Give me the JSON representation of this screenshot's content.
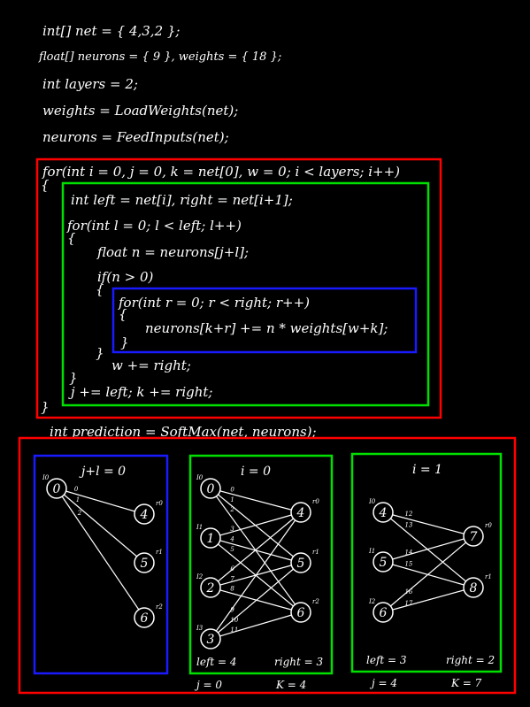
{
  "code": {
    "lines": [
      "int[] net = { 4,3,2 };",
      "float[] neurons = { 9 }, weights = { 18 };",
      "int layers = 2;",
      "weights = LoadWeights(net);",
      "neurons = FeedInputs(net);"
    ],
    "loop_outer": "for(int i = 0, j = 0, k = net[0], w = 0; i < layers; i++)",
    "brace_open_1": "{",
    "loop_inner_decl": "int left = net[i], right = net[i+1];",
    "loop_inner": "for(int l = 0; l < left; l++)",
    "brace_open_2": "{",
    "float_line": "float n = neurons[j+l];",
    "if_line": "if(n > 0)",
    "brace_open_3": "{",
    "loop_r": "for(int r = 0; r < right; r++)",
    "brace_open_4": "{",
    "accumulate": "neurons[k+r]  +=  n * weights[w+k];",
    "brace_close_4": "}",
    "brace_close_3": "}",
    "w_inc": "w += right;",
    "brace_close_2": "}",
    "jk_inc": "j += left;   k += right;",
    "brace_close_1": "}",
    "prediction": "int prediction = SoftMax(net, neurons);"
  },
  "colors": {
    "outer_loop_box": "#ff0000",
    "inner_loop_box": "#00e000",
    "r_loop_box": "#1a1aff",
    "bottom_frame": "#ff0000",
    "chalk": "#ffffff"
  },
  "diagrams": {
    "d1": {
      "title": "j+l = 0",
      "nodes": [
        "0",
        "4",
        "5",
        "6"
      ],
      "node_labels": [
        "I0",
        "r0",
        "r1",
        "r2"
      ],
      "edge_labels": [
        "0",
        "1",
        "2"
      ]
    },
    "d2": {
      "title": "i = 0",
      "left_nodes": [
        "0",
        "1",
        "2",
        "3"
      ],
      "right_nodes": [
        "4",
        "5",
        "6"
      ],
      "left_labels": [
        "I0",
        "I1",
        "I2",
        "I3"
      ],
      "right_labels": [
        "r0",
        "r1",
        "r2"
      ],
      "edge_labels": [
        "0",
        "1",
        "2",
        "3",
        "4",
        "5",
        "6",
        "7",
        "8",
        "9",
        "10",
        "11"
      ],
      "left_count": "left = 4",
      "right_count": "right = 3",
      "j_label": "j = 0",
      "k_label": "K = 4"
    },
    "d3": {
      "title": "i = 1",
      "left_nodes": [
        "4",
        "5",
        "6"
      ],
      "right_nodes": [
        "7",
        "8"
      ],
      "left_labels": [
        "I0",
        "I1",
        "I2"
      ],
      "right_labels": [
        "r0",
        "r1"
      ],
      "edge_labels": [
        "12",
        "13",
        "14",
        "15",
        "16",
        "17"
      ],
      "left_count": "left = 3",
      "right_count": "right = 2",
      "j_label": "j = 4",
      "k_label": "K = 7"
    }
  }
}
